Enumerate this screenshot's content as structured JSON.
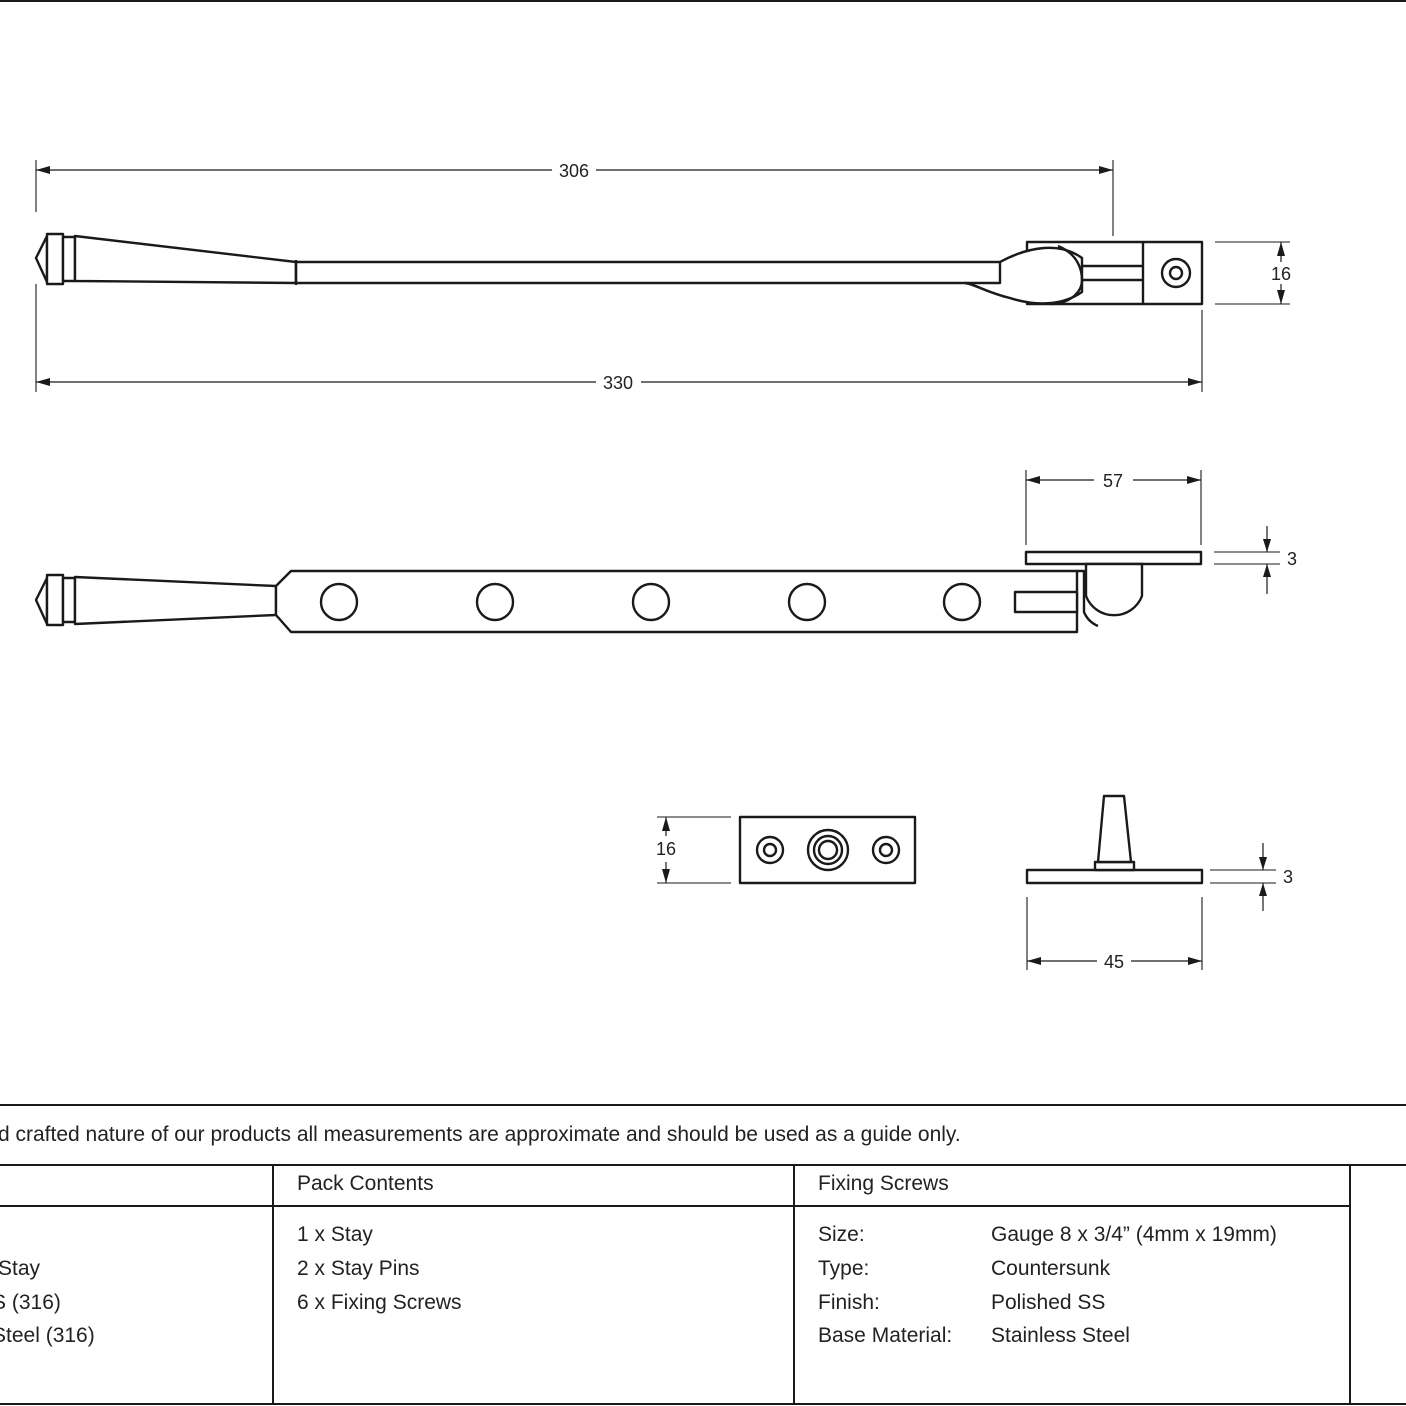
{
  "dimensions": {
    "stay_pin_length": "306",
    "overall_length": "330",
    "bracket_height": "16",
    "pin_plate_width": "57",
    "plate_thickness": "3",
    "pin_plate_height": "16",
    "pin_plate_thickness": "3",
    "pin_plate_length": "45"
  },
  "disclaimer": "d crafted nature of our products all measurements are approximate and should be used as a guide only.",
  "table": {
    "col1": {
      "lines": [
        "Stay",
        "S (316)",
        "Steel (316)"
      ]
    },
    "pack_contents": {
      "heading": "Pack Contents",
      "items": [
        "1 x Stay",
        "2 x Stay Pins",
        "6 x Fixing Screws"
      ]
    },
    "fixing_screws": {
      "heading": "Fixing Screws",
      "rows": [
        {
          "label": "Size:",
          "value": "Gauge 8 x 3/4” (4mm x 19mm)"
        },
        {
          "label": "Type:",
          "value": "Countersunk"
        },
        {
          "label": "Finish:",
          "value": "Polished SS"
        },
        {
          "label": "Base Material:",
          "value": "Stainless Steel"
        }
      ]
    }
  }
}
